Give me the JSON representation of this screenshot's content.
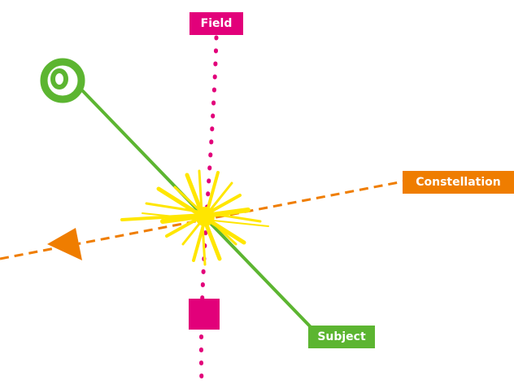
{
  "labels": {
    "field": "Field",
    "constellation": "Constellation",
    "subject": "Subject"
  },
  "colors": {
    "field": "#e2007a",
    "constellation": "#ef7d00",
    "subject": "#5cb531",
    "burst": "#ffe600",
    "background": "#ffffff"
  },
  "icons": {
    "subject_origin": "ring-icon",
    "constellation_arrow": "triangle-arrow-icon",
    "field_marker": "square-marker-icon",
    "intersection": "burst-icon"
  }
}
